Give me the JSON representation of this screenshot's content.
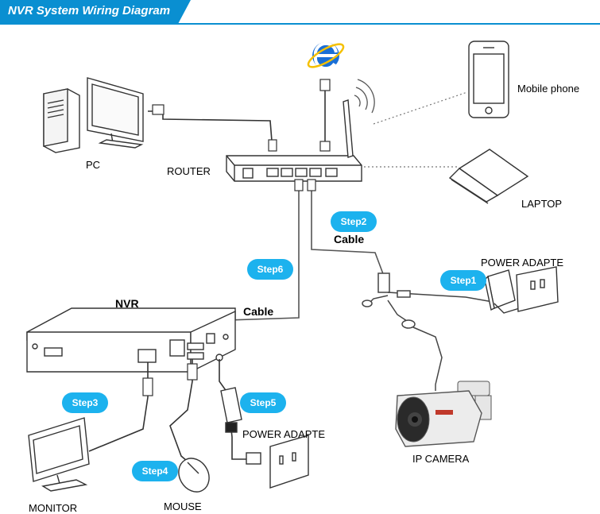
{
  "header": {
    "title": "NVR System Wiring Diagram",
    "bar_color": "#0a8fd1"
  },
  "labels": {
    "pc": "PC",
    "router": "ROUTER",
    "mobile": "Mobile phone",
    "laptop": "LAPTOP",
    "nvr": "NVR",
    "cable_top": "Cable",
    "cable_nvr": "Cable",
    "power_adapter_camera": "POWER ADAPTE",
    "power_adapter_nvr": "POWER ADAPTE",
    "ip_camera": "IP  CAMERA",
    "monitor": "MONITOR",
    "mouse": "MOUSE"
  },
  "steps": {
    "step1": "Step1",
    "step2": "Step2",
    "step3": "Step3",
    "step4": "Step4",
    "step5": "Step5",
    "step6": "Step6"
  },
  "colors": {
    "step_badge": "#1cb2ee",
    "ie_logo": "#1a6fd6",
    "line": "#333333"
  },
  "icons": [
    "internet-explorer-icon",
    "wifi-signal-icon"
  ]
}
